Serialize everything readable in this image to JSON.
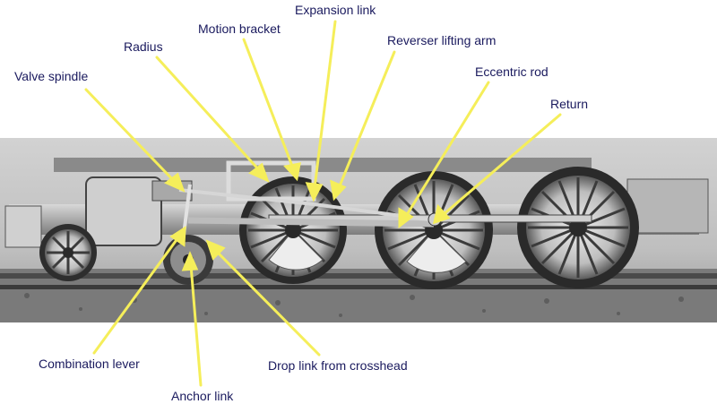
{
  "labels": {
    "valve_spindle": "Valve spindle",
    "radius": "Radius",
    "motion_bracket": "Motion bracket",
    "expansion_link": "Expansion link",
    "reverser_lifting_arm": "Reverser lifting arm",
    "eccentric_rod": "Eccentric rod",
    "return": "Return",
    "combination_lever": "Combination lever",
    "drop_link": "Drop link from crosshead",
    "anchor_link": "Anchor link"
  },
  "colors": {
    "leader": "#f5ee5a",
    "label_text": "#1a1a5e",
    "photo_bg": "#c9c9c9",
    "ballast": "#7a7a7a",
    "rail": "#4a4a4a",
    "metal_light": "#e4e4e4",
    "metal_mid": "#a9a9a9",
    "metal_dark": "#3a3a3a"
  }
}
